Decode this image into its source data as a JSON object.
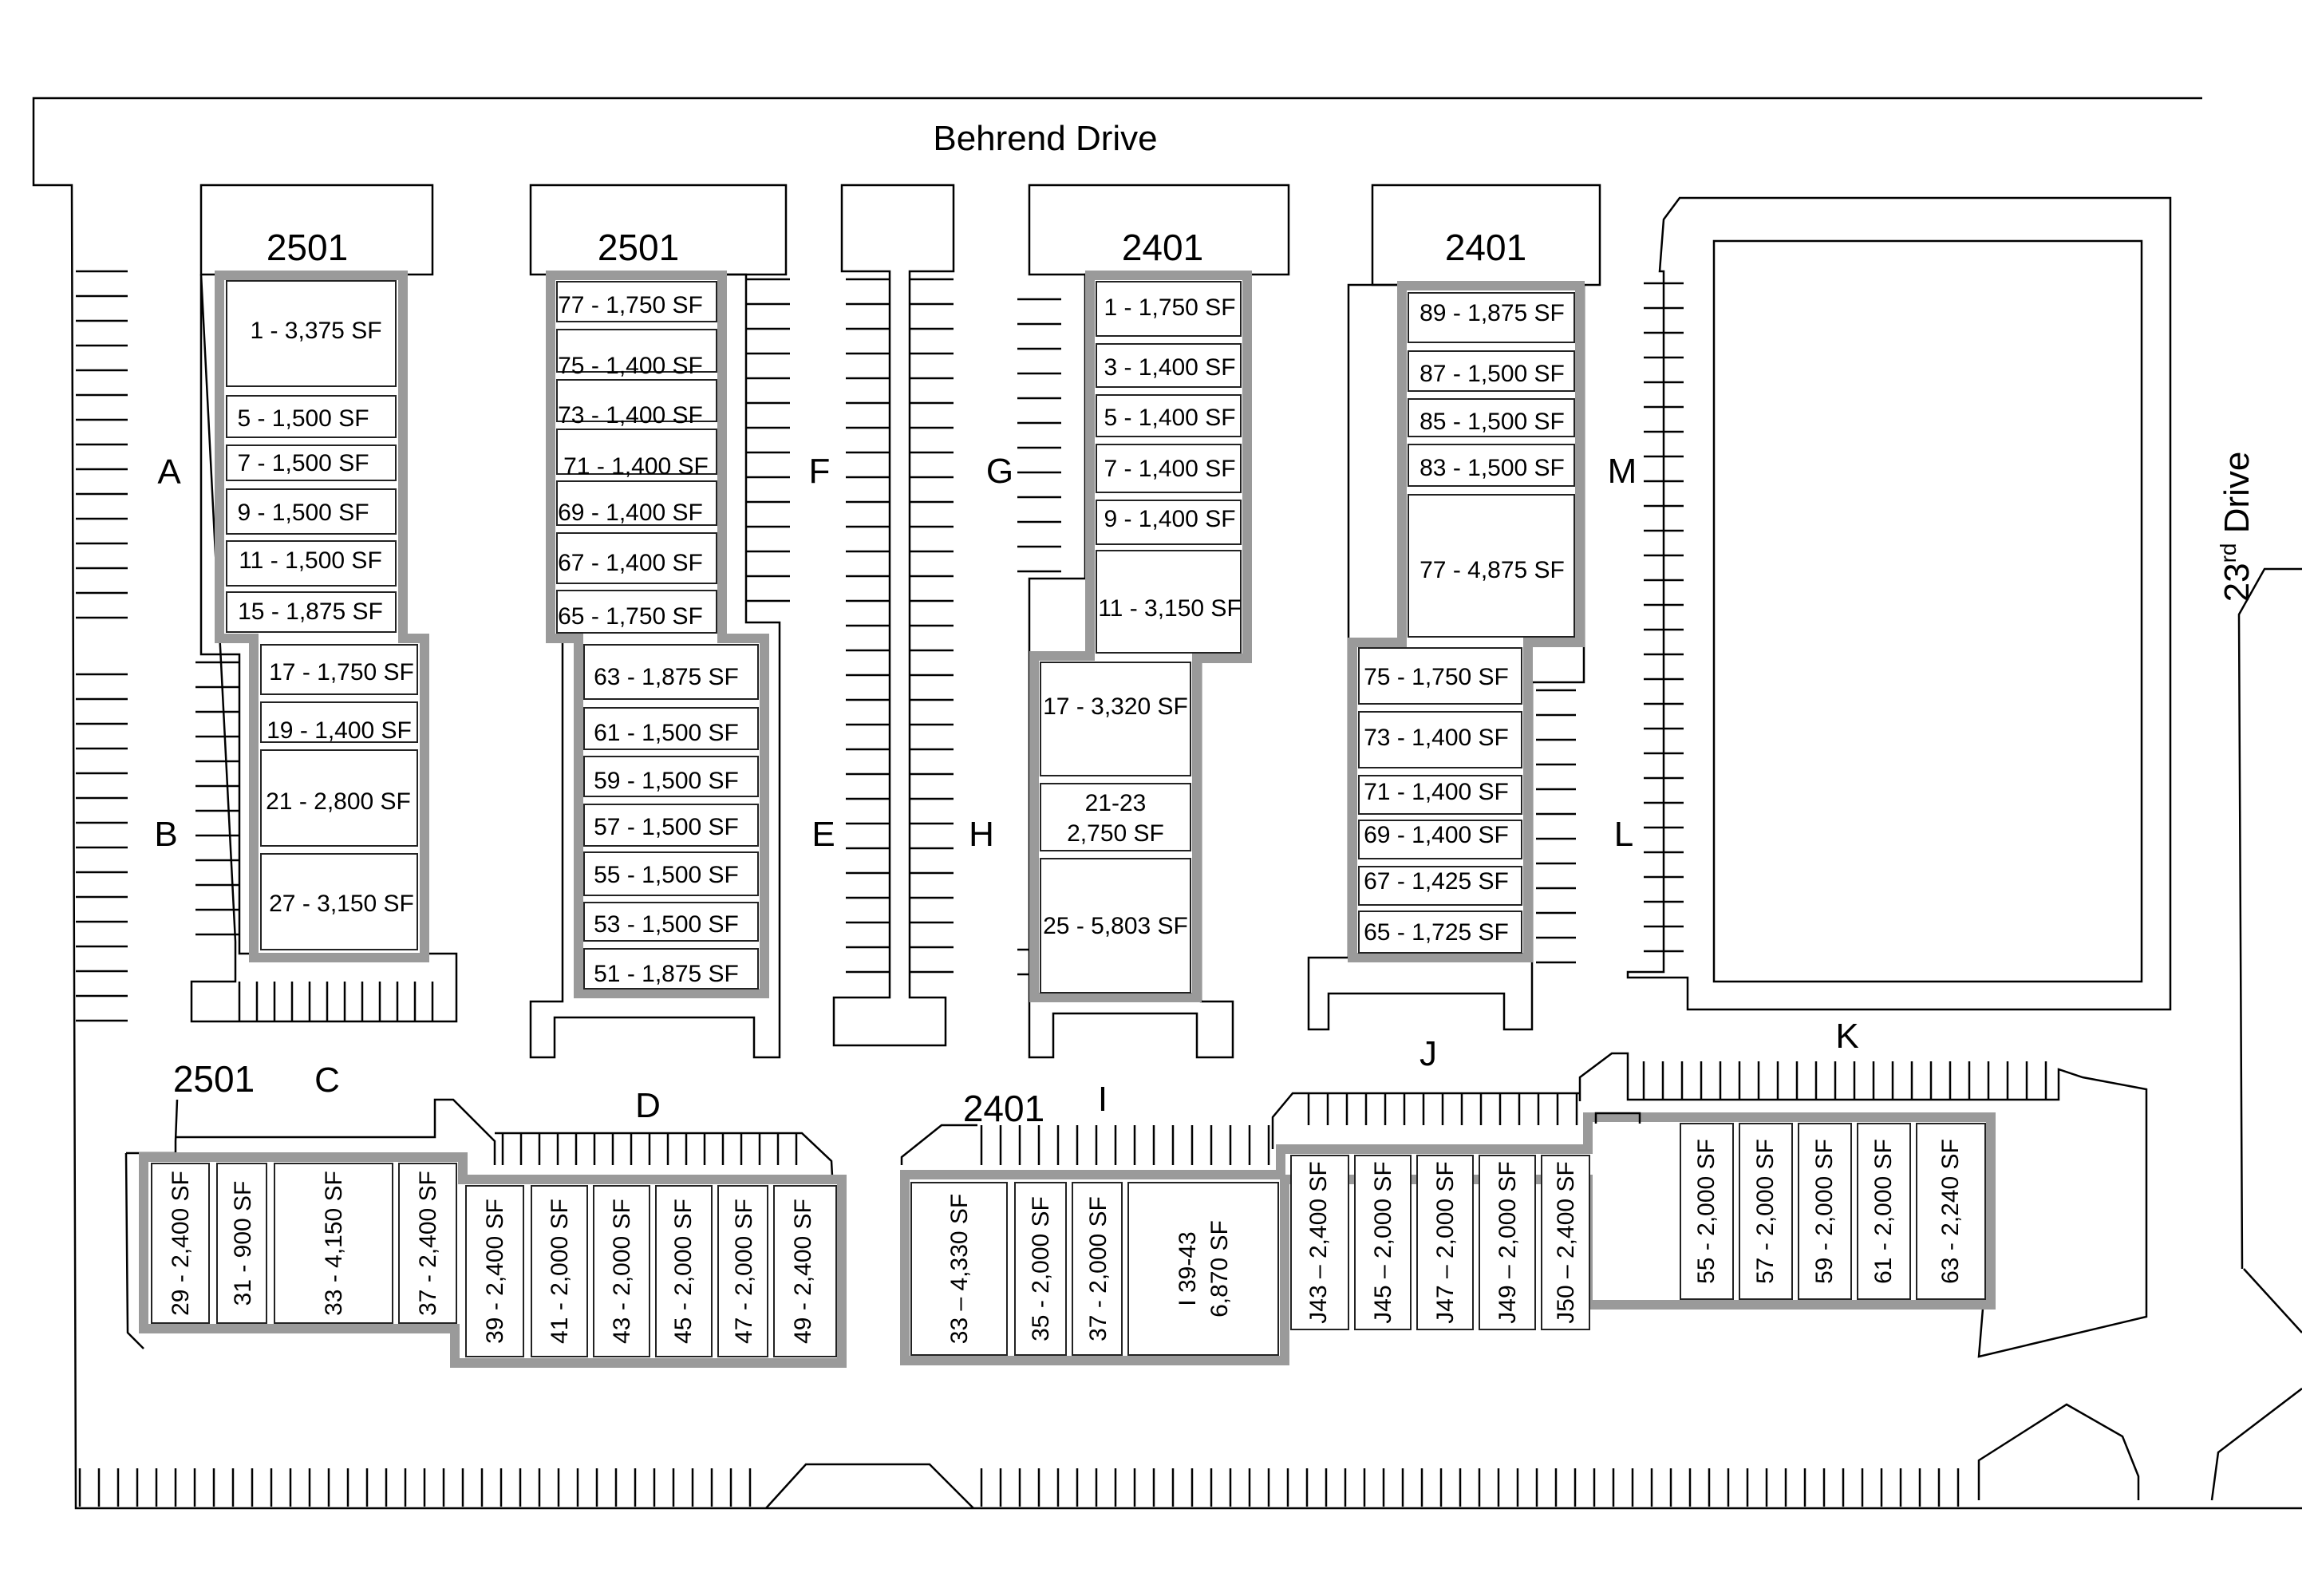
{
  "streets": {
    "behrend": "Behrend Drive",
    "twentythird_main": "23",
    "twentythird_sup": "rd",
    "twentythird_rest": " Drive"
  },
  "addresses": {
    "a1": "2501",
    "a2": "2501",
    "a3": "2401",
    "a4": "2401",
    "a5": "2501",
    "a6": "2401"
  },
  "rows": {
    "A": "A",
    "B": "B",
    "C": "C",
    "D": "D",
    "E": "E",
    "F": "F",
    "G": "G",
    "H": "H",
    "I": "I",
    "J": "J",
    "K": "K",
    "L": "L",
    "M": "M"
  },
  "units": {
    "b1": [
      "1 - 3,375 SF",
      "5 - 1,500 SF",
      "7 - 1,500 SF",
      "9 - 1,500 SF",
      "11 - 1,500 SF",
      "15 - 1,875 SF",
      "17 - 1,750 SF",
      "19 - 1,400 SF",
      "21 - 2,800 SF",
      "27 - 3,150 SF"
    ],
    "b2": [
      "77 - 1,750 SF",
      "75 - 1,400 SF",
      "73 - 1,400 SF",
      "71 -  1,400 SF",
      "69 - 1,400 SF",
      "67 - 1,400 SF",
      "65 - 1,750 SF",
      "63 - 1,875 SF",
      "61 - 1,500 SF",
      "59 - 1,500 SF",
      "57 - 1,500 SF",
      "55 - 1,500 SF",
      "53 - 1,500 SF",
      "51 - 1,875 SF"
    ],
    "b3": [
      "1 - 1,750 SF",
      "3 - 1,400 SF",
      "5 - 1,400 SF",
      "7 - 1,400 SF",
      "9 - 1,400 SF",
      "11 - 3,150 SF",
      "17 - 3,320 SF",
      "21-23",
      "2,750 SF",
      "25 - 5,803 SF"
    ],
    "b4": [
      "89 - 1,875 SF",
      "87 - 1,500 SF",
      "85 - 1,500 SF",
      "83 - 1,500 SF",
      "77 - 4,875 SF",
      "75 - 1,750 SF",
      "73 - 1,400 SF",
      "71 - 1,400 SF",
      "69 - 1,400 SF",
      "67 - 1,425 SF",
      "65 - 1,725 SF"
    ],
    "cd": [
      "29 - 2,400 SF",
      "31 - 900 SF",
      "33 - 4,150 SF",
      "37 - 2,400 SF",
      "39 - 2,400 SF",
      "41 - 2,000 SF",
      "43 - 2,000 SF",
      "45 - 2,000 SF",
      "47 - 2,000 SF",
      "49 - 2,400 SF"
    ],
    "ijk": [
      "33 – 4,330 SF",
      "35 - 2,000 SF",
      "37 - 2,000 SF",
      "I 39-43",
      "6,870 SF",
      "J43 – 2,400 SF",
      "J45 – 2,000 SF",
      "J47 – 2,000 SF",
      "J49 – 2,000 SF",
      "J50 – 2,400 SF",
      "55 - 2,000 SF",
      "57 - 2,000 SF",
      "59 - 2,000 SF",
      "61 - 2,000 SF",
      "63 - 2,240 SF"
    ]
  },
  "colors": {
    "wall": "#9a9a9a",
    "line": "#000000",
    "background": "#ffffff"
  }
}
